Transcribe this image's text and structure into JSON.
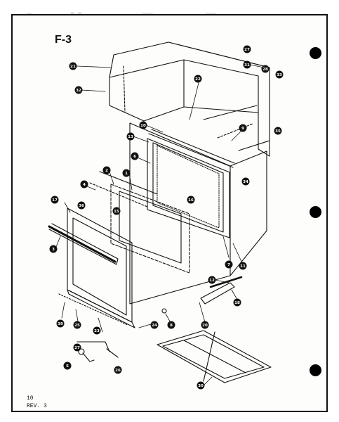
{
  "watermark": "AppliancePartsPros.com",
  "figure_label": "F-3",
  "footer": {
    "page": "10",
    "revision": "REV. 3"
  },
  "callouts": [
    "21",
    "32",
    "31",
    "22",
    "27",
    "28",
    "33",
    "13",
    "10",
    "9",
    "6",
    "35",
    "1",
    "2",
    "16",
    "34",
    "17",
    "4",
    "36",
    "15",
    "3",
    "7",
    "11",
    "12",
    "18",
    "39",
    "25",
    "23",
    "24",
    "8",
    "20",
    "5",
    "27",
    "26",
    "30"
  ],
  "colors": {
    "ink": "#111111",
    "paper": "#fdfdfb",
    "watermark": "#d2d2d2"
  }
}
